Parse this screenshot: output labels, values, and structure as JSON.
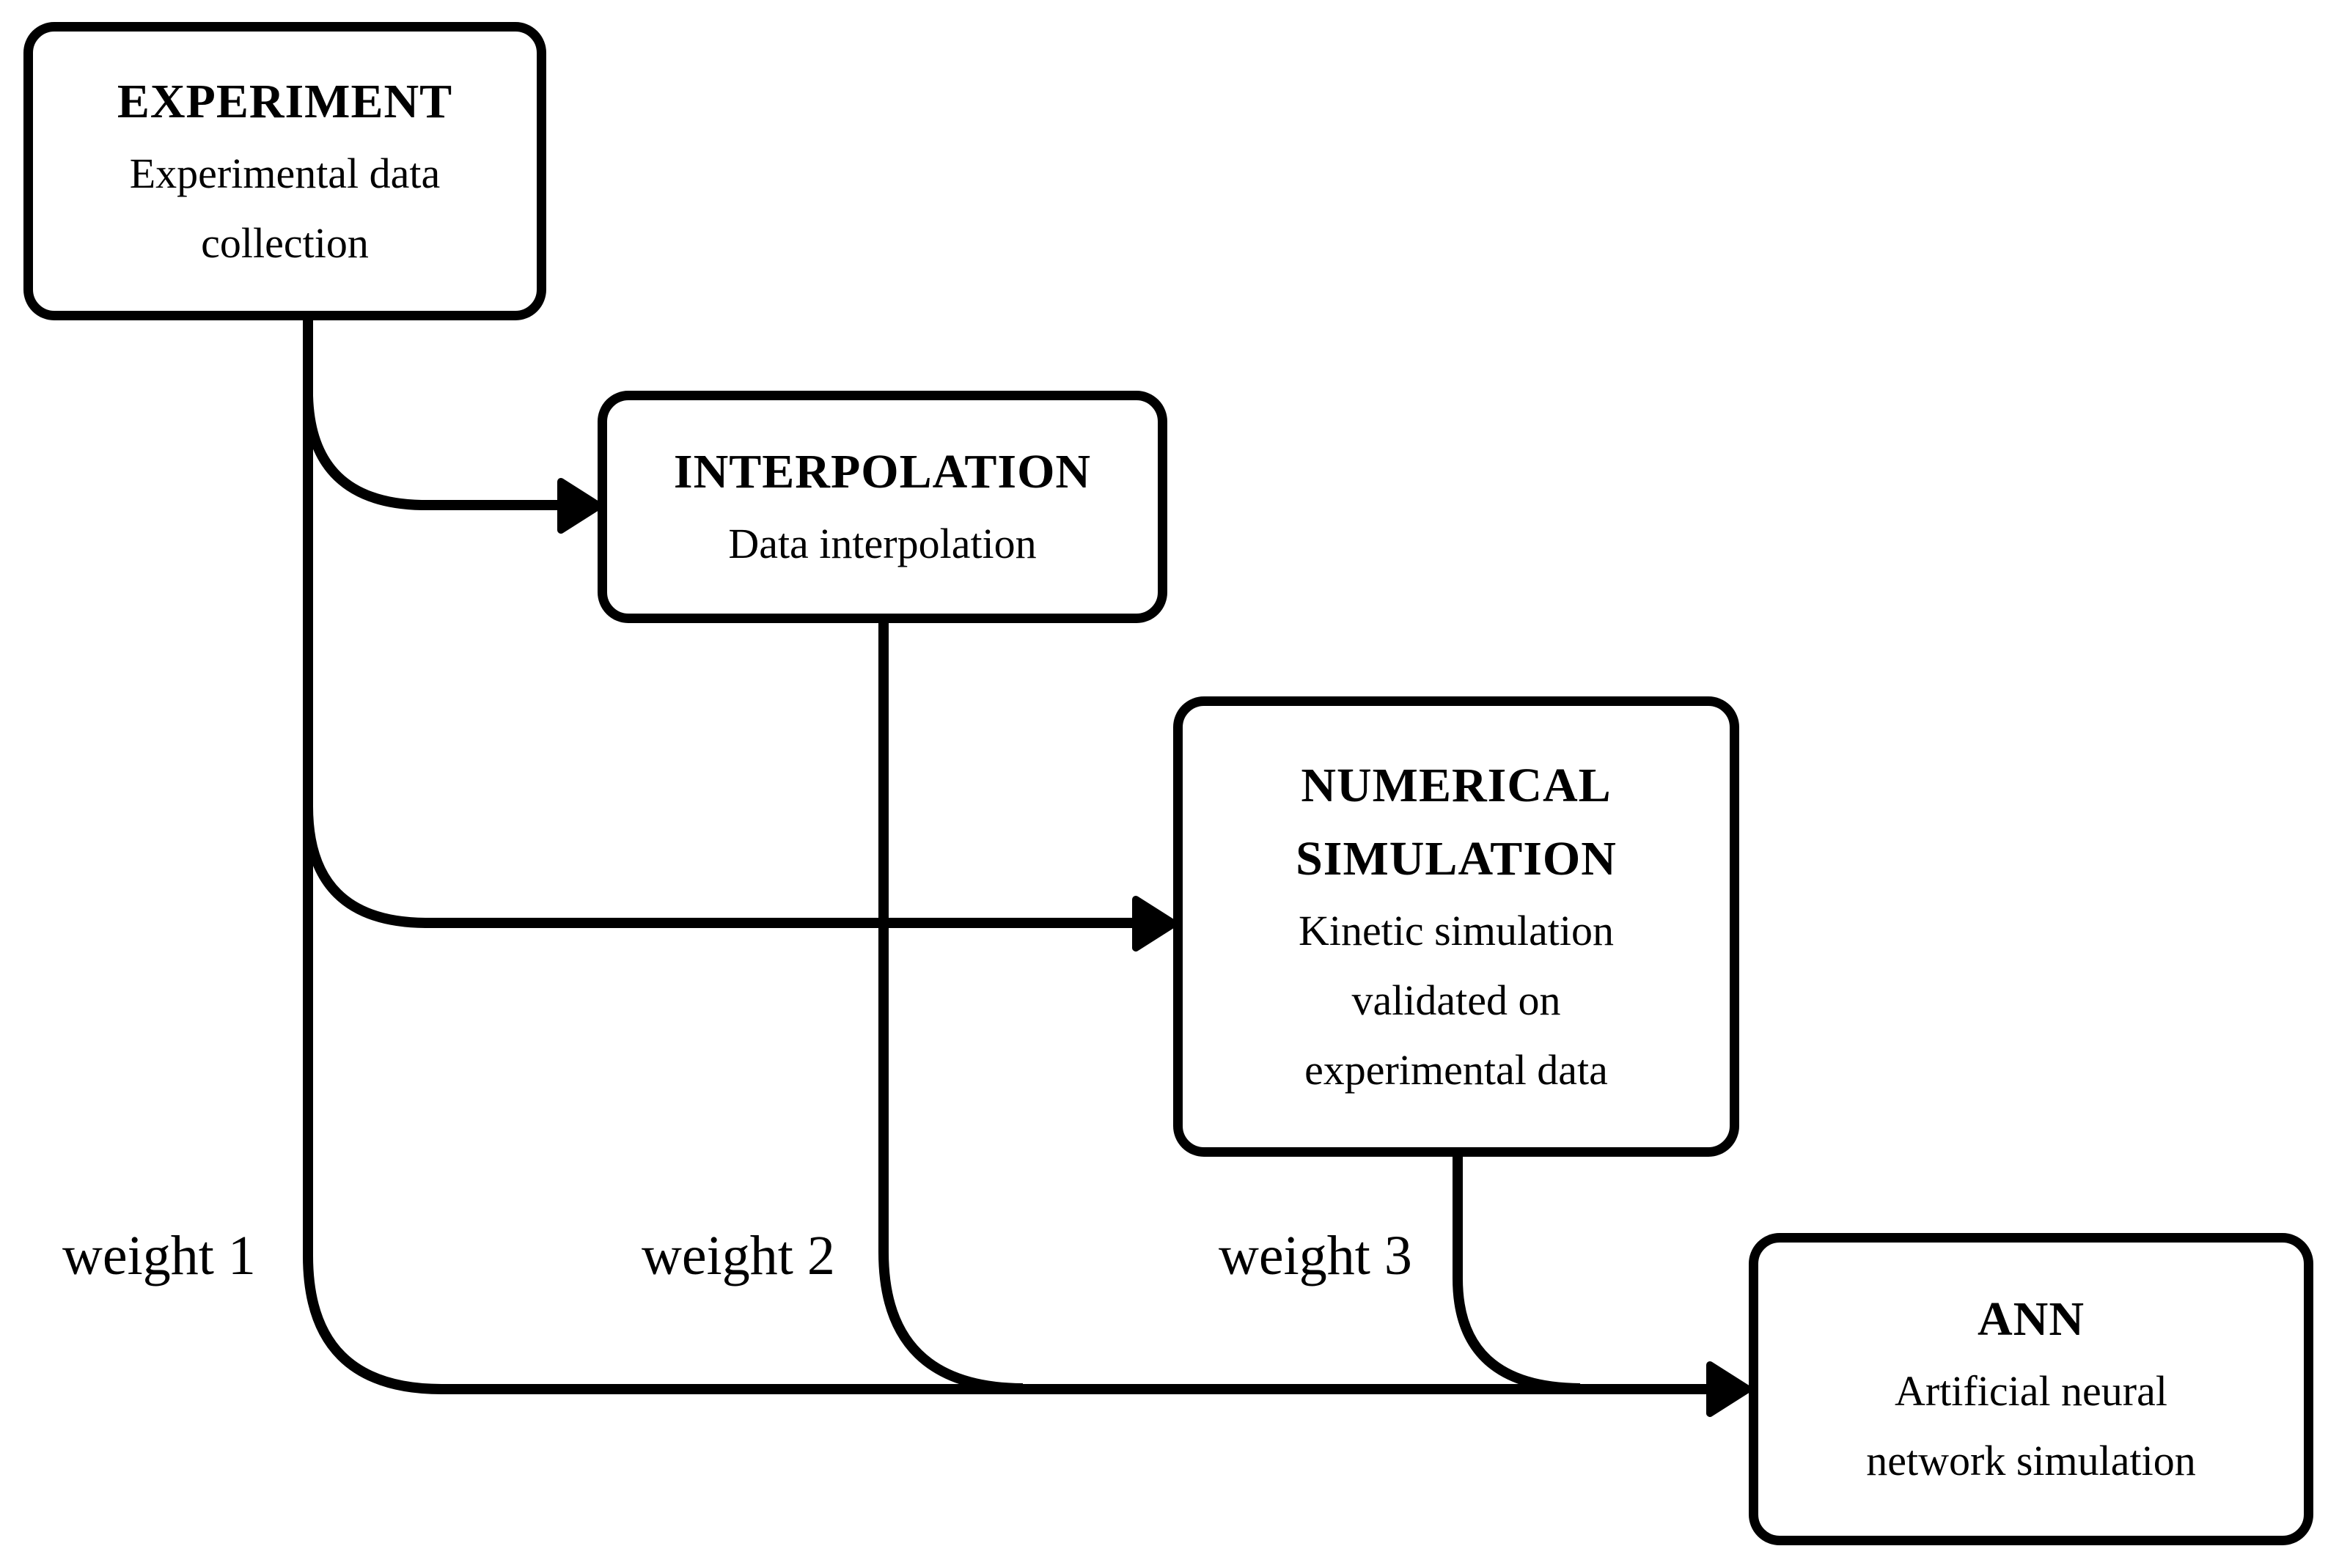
{
  "page": {
    "background": "#ffffff"
  },
  "diagram": {
    "line_color": "#000000",
    "box_fill": "#ffffff",
    "nodes": {
      "experiment": {
        "title": "EXPERIMENT",
        "subtitle": "Experimental data\ncollection"
      },
      "interpolation": {
        "title": "INTERPOLATION",
        "subtitle": "Data interpolation"
      },
      "numerical_simulation": {
        "title": "NUMERICAL\nSIMULATION",
        "subtitle": "Kinetic simulation\nvalidated on\nexperimental data"
      },
      "ann": {
        "title": "ANN",
        "subtitle": "Artificial neural\nnetwork simulation"
      }
    },
    "labels": {
      "weight1": "weight 1",
      "weight2": "weight 2",
      "weight3": "weight 3"
    }
  }
}
